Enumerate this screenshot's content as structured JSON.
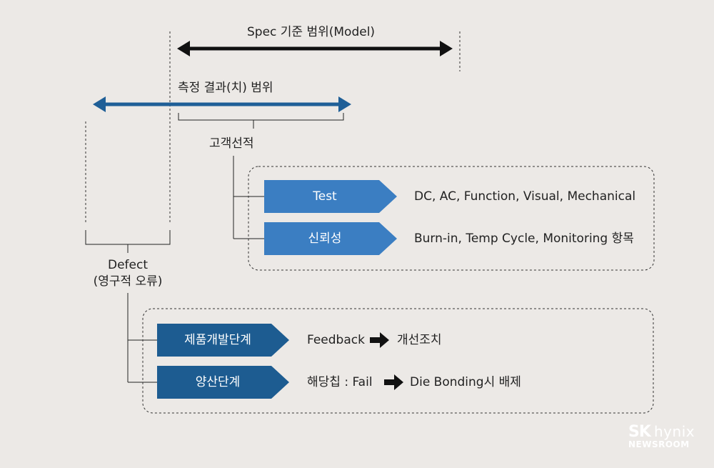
{
  "spec_range": {
    "label": "Spec 기준 범위(Model)"
  },
  "measure_range": {
    "label": "측정 결과(치) 범위"
  },
  "customer": {
    "label": "고객선적"
  },
  "defect": {
    "line1": "Defect",
    "line2": "(영구적 오류)"
  },
  "customer_items": [
    {
      "tag": "Test",
      "desc": "DC, AC, Function, Visual, Mechanical"
    },
    {
      "tag": "신뢰성",
      "desc": "Burn-in, Temp Cycle, Monitoring 항목"
    }
  ],
  "defect_items": [
    {
      "tag": "제품개발단계",
      "from": "Feedback",
      "to": "개선조치"
    },
    {
      "tag": "양산단계",
      "from": "해당칩 : Fail",
      "to": "Die Bonding시 배제"
    }
  ],
  "colors": {
    "background": "#ece9e6",
    "spec_arrow": "#111111",
    "measure_arrow": "#1f5f97",
    "customer_chevron": "#3b7ec2",
    "defect_chevron": "#1d5c91"
  },
  "brand": {
    "sk": "SK",
    "hynix": "hynix",
    "newsroom": "NEWSROOM"
  }
}
